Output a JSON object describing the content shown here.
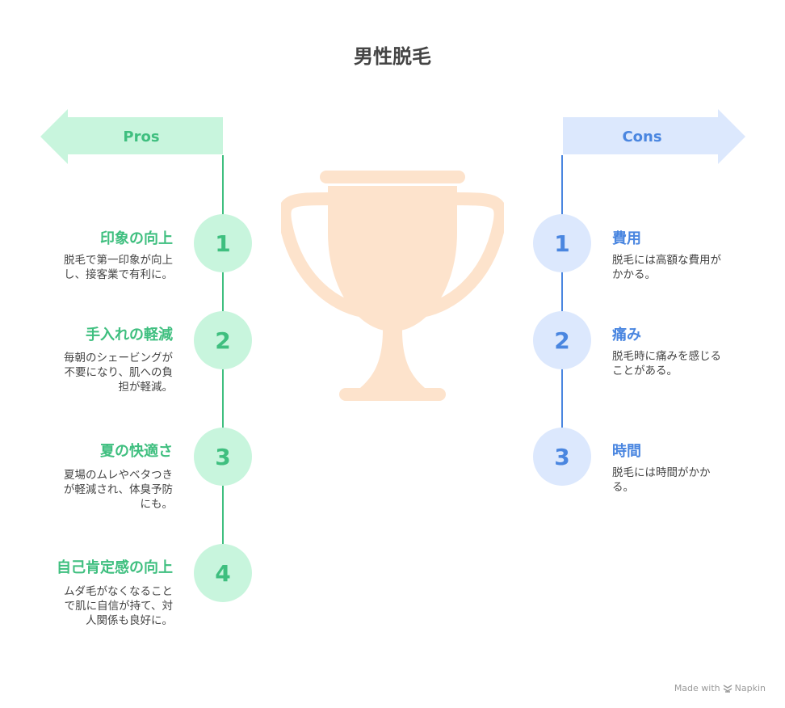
{
  "title": "男性脱毛",
  "pros": {
    "label": "Pros",
    "items": [
      {
        "number": "1",
        "title": "印象の向上",
        "desc_lines": [
          "脱毛で第一印象が向上",
          "し、接客業で有利に。"
        ]
      },
      {
        "number": "2",
        "title": "手入れの軽減",
        "desc_lines": [
          "毎朝のシェービングが",
          "不要になり、肌への負",
          "担が軽減。"
        ]
      },
      {
        "number": "3",
        "title": "夏の快適さ",
        "desc_lines": [
          "夏場のムレやベタつき",
          "が軽減され、体臭予防",
          "にも。"
        ]
      },
      {
        "number": "4",
        "title": "自己肯定感の向上",
        "desc_lines": [
          "ムダ毛がなくなること",
          "で肌に自信が持て、対",
          "人関係も良好に。"
        ]
      }
    ]
  },
  "cons": {
    "label": "Cons",
    "items": [
      {
        "number": "1",
        "title": "費用",
        "desc_lines": [
          "脱毛には高額な費用が",
          "かかる。"
        ]
      },
      {
        "number": "2",
        "title": "痛み",
        "desc_lines": [
          "脱毛時に痛みを感じる",
          "ことがある。"
        ]
      },
      {
        "number": "3",
        "title": "時間",
        "desc_lines": [
          "脱毛には時間がかか",
          "る。"
        ]
      }
    ]
  },
  "footer": {
    "made_with": "Made with",
    "brand": "Napkin"
  },
  "colors": {
    "pros_accent": "#3fbf7f",
    "pros_light": "#c8f5dd",
    "cons_accent": "#4a86e0",
    "cons_light": "#dce8fd",
    "trophy": "#fde3cc"
  },
  "icons": {
    "center": "trophy-icon",
    "footer": "napkin-logo-icon"
  }
}
